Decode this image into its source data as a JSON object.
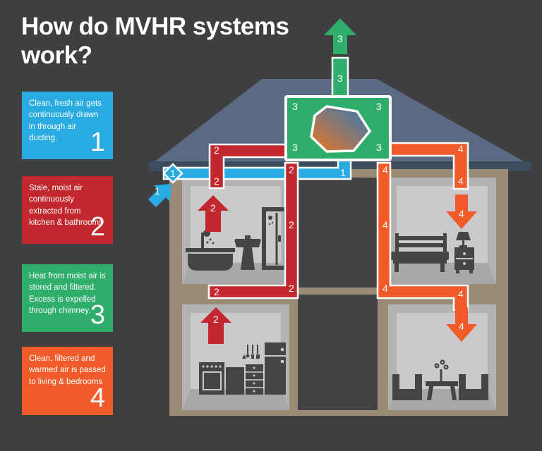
{
  "title": "How do MVHR systems work?",
  "steps": [
    {
      "number": "1",
      "text": "Clean, fresh air gets continuously drawn in through air ducting.",
      "color": "#29abe2"
    },
    {
      "number": "2",
      "text": "Stale, moist air continuously extracted from kitchen & bathrooms",
      "color": "#c1272d"
    },
    {
      "number": "3",
      "text": "Heat from moist air is stored and filtered. Excess is expelled through chimney.",
      "color": "#2fae6b"
    },
    {
      "number": "4",
      "text": "Clean, filtered and warmed air is passed to living & bedrooms",
      "color": "#f15a29"
    }
  ],
  "duct_labels": {
    "fresh_air_in": "1",
    "stale_air_out": "2",
    "exhaust": "3",
    "warm_supply": "4"
  },
  "diagram": {
    "icons": [
      "up-arrow-icon",
      "down-arrow-icon",
      "ne-arrow-icon",
      "heat-exchanger-icon",
      "chimney-arrow-icon",
      "bathtub-icon",
      "sink-icon",
      "shower-icon",
      "bed-icon",
      "nightstand-icon",
      "lamp-icon",
      "stove-icon",
      "cabinet-icon",
      "drawers-icon",
      "fridge-icon",
      "utensils-icon",
      "armchair-icon",
      "coffee-table-icon",
      "plant-icon"
    ],
    "colors": {
      "background": "#3f3f41",
      "roof": "#5a6a82",
      "roof_edge": "#3e4c60",
      "wall": "#9c8b74",
      "room": "#cacacc",
      "room_shadow": "#b3b3b5",
      "stairwell": "#424245",
      "furniture": "#454547",
      "fresh_air_blue": "#29abe2",
      "extract_red": "#c1272d",
      "exhaust_green": "#2fae6b",
      "supply_orange": "#f15a29",
      "text": "#ffffff"
    }
  }
}
